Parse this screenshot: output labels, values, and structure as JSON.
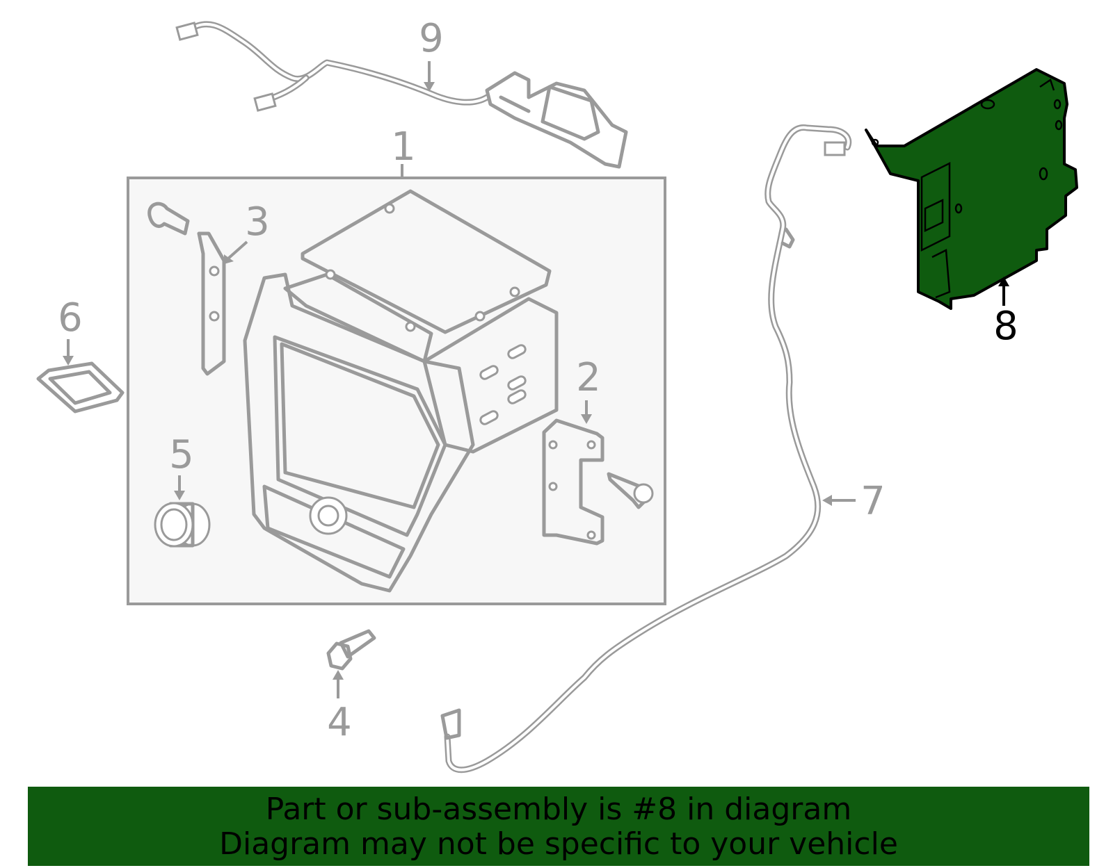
{
  "callouts": {
    "c1": "1",
    "c2": "2",
    "c3": "3",
    "c4": "4",
    "c5": "5",
    "c6": "6",
    "c7": "7",
    "c8": "8",
    "c9": "9"
  },
  "highlight": {
    "part": "8",
    "color": "#0f5b0f"
  },
  "banner": {
    "line1": "Part or sub-assembly is #8 in diagram",
    "line2": "Diagram may not be specific to your vehicle",
    "color": "#0f5b0f"
  }
}
